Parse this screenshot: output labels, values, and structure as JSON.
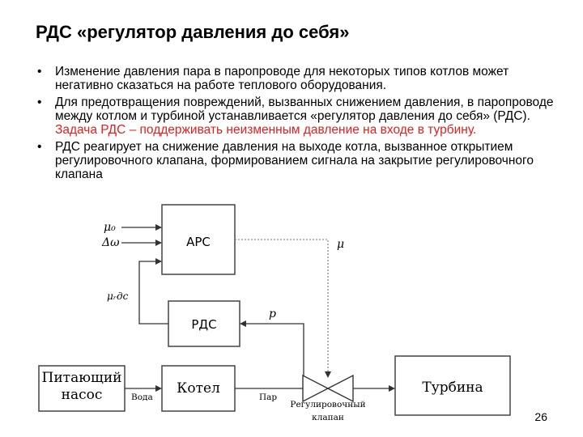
{
  "title": "РДС «регулятор давления до себя»",
  "bullets": [
    {
      "text": "Изменение давления пара в паропроводе для некоторых типов котлов может негативно сказаться на работе теплового оборудования.",
      "highlight": ""
    },
    {
      "text": "Для предотвращения повреждений, вызванных снижением давления, в паропроводе между котлом и турбиной устанавливается «регулятор давления до себя» (РДС). ",
      "highlight": "Задача РДС – поддерживать неизменным давление на входе в турбину."
    },
    {
      "text": "РДС реагирует на снижение давления на выходе котла, вызванное открытием регулировочного клапана, формированием сигнала на закрытие регулировочного клапана",
      "highlight": ""
    }
  ],
  "diagram": {
    "boxes": {
      "arc": "АРС",
      "rds": "РДС",
      "pump_line1": "Питающий",
      "pump_line2": "насос",
      "boiler": "Котел",
      "turbine": "Турбина"
    },
    "signals": {
      "mu0": "μ₀",
      "domega": "Δω",
      "mu_rds": "μᵣдс",
      "mu": "μ",
      "p": "p"
    },
    "flows": {
      "water": "Вода",
      "steam": "Пар",
      "valve_line1": "Регулировочный",
      "valve_line2": "клапан"
    }
  },
  "page_number": "26",
  "colors": {
    "highlight": "#e02020",
    "text": "#000000",
    "line": "#444444"
  }
}
